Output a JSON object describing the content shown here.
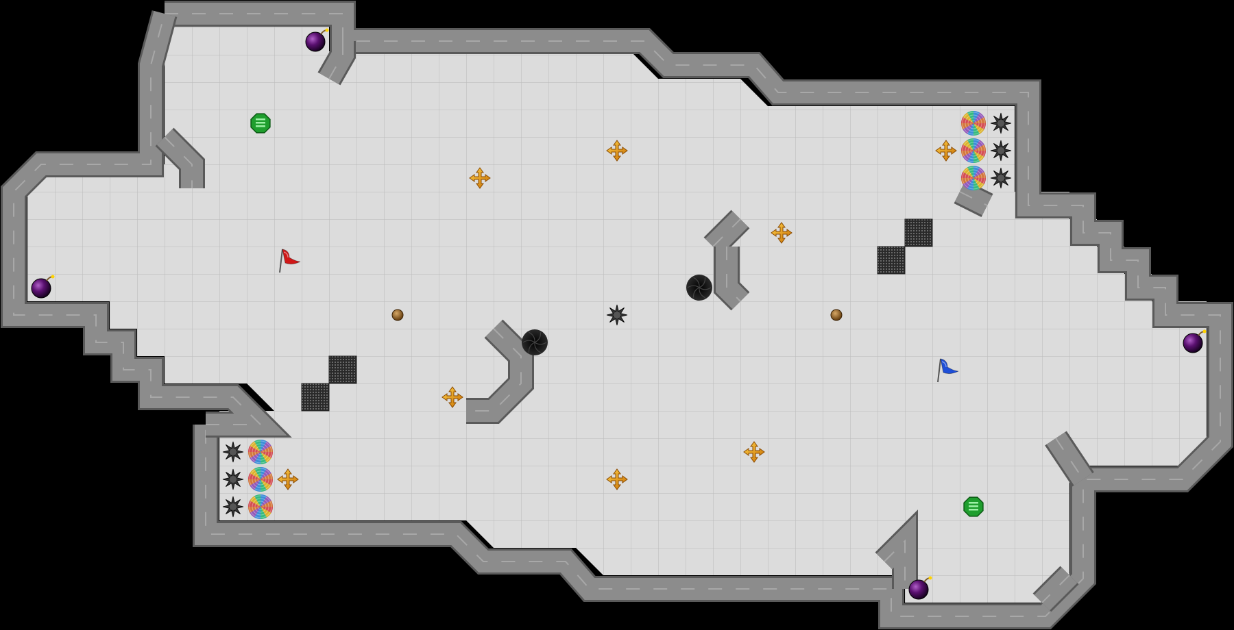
{
  "map": {
    "name": "",
    "colors": {
      "background": "#000000",
      "floor": "#dcdcdc",
      "grid": "#bdbdbd",
      "wall": "#8c8c8c",
      "wall_light": "#c8c8c8",
      "wall_dark": "#5a5a5a",
      "red_flag": "#d01818",
      "blue_flag": "#1e4fd8",
      "boost": "#f2a81a",
      "bomb": "#2a0030",
      "powerup": "#1f9e2e",
      "spike": "#333333",
      "portal": "#9b59b6"
    },
    "entities": [
      {
        "type": "bomb",
        "icon": "bomb-icon",
        "col": 11,
        "row": 1
      },
      {
        "type": "bomb",
        "icon": "bomb-icon",
        "col": 1,
        "row": 10
      },
      {
        "type": "bomb",
        "icon": "bomb-icon",
        "col": 43,
        "row": 12
      },
      {
        "type": "bomb",
        "icon": "bomb-icon",
        "col": 33,
        "row": 21
      },
      {
        "type": "powerup",
        "icon": "powerup-icon",
        "col": 9,
        "row": 4
      },
      {
        "type": "powerup",
        "icon": "powerup-icon",
        "col": 35,
        "row": 18
      },
      {
        "type": "boost",
        "icon": "boost-icon",
        "col": 22,
        "row": 5
      },
      {
        "type": "boost",
        "icon": "boost-icon",
        "col": 17,
        "row": 6
      },
      {
        "type": "boost",
        "icon": "boost-icon",
        "col": 34,
        "row": 5
      },
      {
        "type": "boost",
        "icon": "boost-icon",
        "col": 28,
        "row": 8
      },
      {
        "type": "boost",
        "icon": "boost-icon",
        "col": 16,
        "row": 14
      },
      {
        "type": "boost",
        "icon": "boost-icon",
        "col": 27,
        "row": 16
      },
      {
        "type": "boost",
        "icon": "boost-icon",
        "col": 10,
        "row": 17
      },
      {
        "type": "boost",
        "icon": "boost-icon",
        "col": 22,
        "row": 17
      },
      {
        "type": "portal",
        "icon": "portal-icon",
        "col": 35,
        "row": 4
      },
      {
        "type": "portal",
        "icon": "portal-icon",
        "col": 35,
        "row": 5
      },
      {
        "type": "portal",
        "icon": "portal-icon",
        "col": 35,
        "row": 6
      },
      {
        "type": "portal",
        "icon": "portal-icon",
        "col": 9,
        "row": 16
      },
      {
        "type": "portal",
        "icon": "portal-icon",
        "col": 9,
        "row": 17
      },
      {
        "type": "portal",
        "icon": "portal-icon",
        "col": 9,
        "row": 18
      },
      {
        "type": "spike",
        "icon": "spike-icon",
        "col": 36,
        "row": 4
      },
      {
        "type": "spike",
        "icon": "spike-icon",
        "col": 36,
        "row": 5
      },
      {
        "type": "spike",
        "icon": "spike-icon",
        "col": 36,
        "row": 6
      },
      {
        "type": "spike",
        "icon": "spike-icon",
        "col": 8,
        "row": 16
      },
      {
        "type": "spike",
        "icon": "spike-icon",
        "col": 8,
        "row": 17
      },
      {
        "type": "spike",
        "icon": "spike-icon",
        "col": 8,
        "row": 18
      },
      {
        "type": "spike",
        "icon": "spike-icon",
        "col": 22,
        "row": 11
      },
      {
        "type": "gate",
        "icon": "gate-icon",
        "col": 33,
        "row": 8
      },
      {
        "type": "gate",
        "icon": "gate-icon",
        "col": 32,
        "row": 9
      },
      {
        "type": "gate",
        "icon": "gate-icon",
        "col": 12,
        "row": 13
      },
      {
        "type": "gate",
        "icon": "gate-icon",
        "col": 11,
        "row": 14
      },
      {
        "type": "pit",
        "icon": "pit-icon",
        "col": 25,
        "row": 10
      },
      {
        "type": "pit",
        "icon": "pit-icon",
        "col": 19,
        "row": 12
      },
      {
        "type": "button",
        "icon": "button-icon",
        "col": 14,
        "row": 11
      },
      {
        "type": "button",
        "icon": "button-icon",
        "col": 30,
        "row": 11
      },
      {
        "type": "flag",
        "team": "red",
        "icon": "red-flag-icon",
        "col": 10,
        "row": 9
      },
      {
        "type": "flag",
        "team": "blue",
        "icon": "blue-flag-icon",
        "col": 34,
        "row": 13
      }
    ]
  }
}
